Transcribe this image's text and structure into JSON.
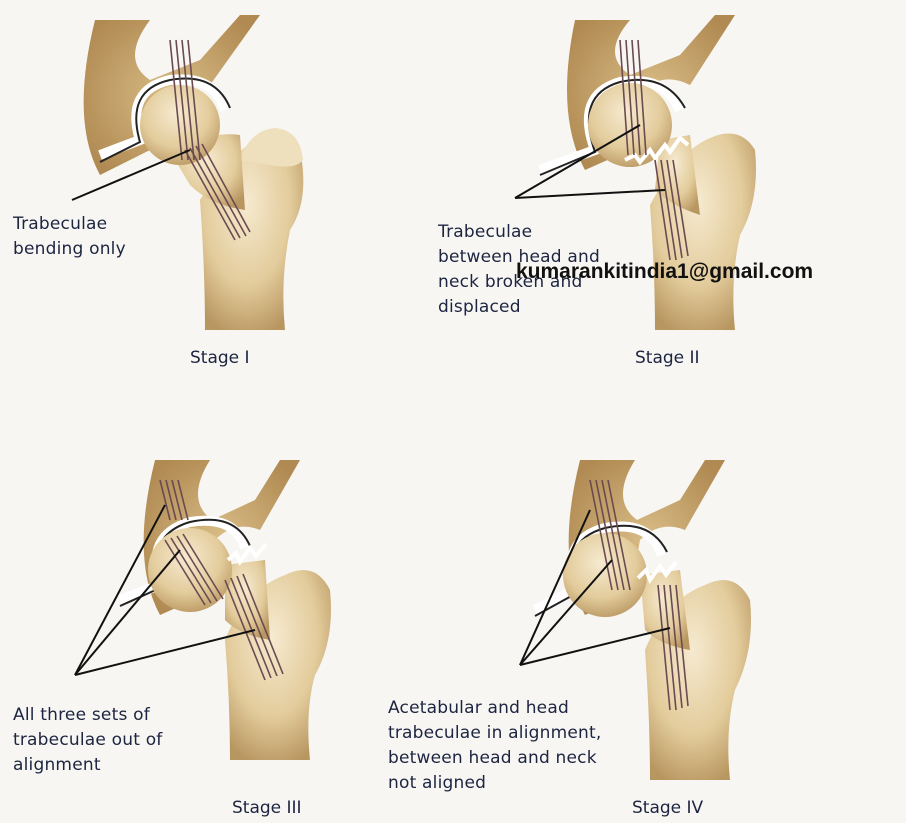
{
  "stages": [
    {
      "title": "Stage I",
      "label": "Trabeculae\nbending only"
    },
    {
      "title": "Stage II",
      "label": "Trabeculae\nbetween head and\nneck broken and\ndisplaced"
    },
    {
      "title": "Stage III",
      "label": "All three sets of\ntrabeculae out of\nalignment"
    },
    {
      "title": "Stage IV",
      "label": "Acetabular and head\ntrabeculae in alignment,\nbetween head and neck\nnot aligned"
    }
  ],
  "watermark": "kumarankitindia1@gmail.com",
  "colors": {
    "bone": "#e8d6ad",
    "bone_shade": "#c9ab74",
    "trabeculae": "#6b4a52",
    "ink": "#1c2440"
  }
}
